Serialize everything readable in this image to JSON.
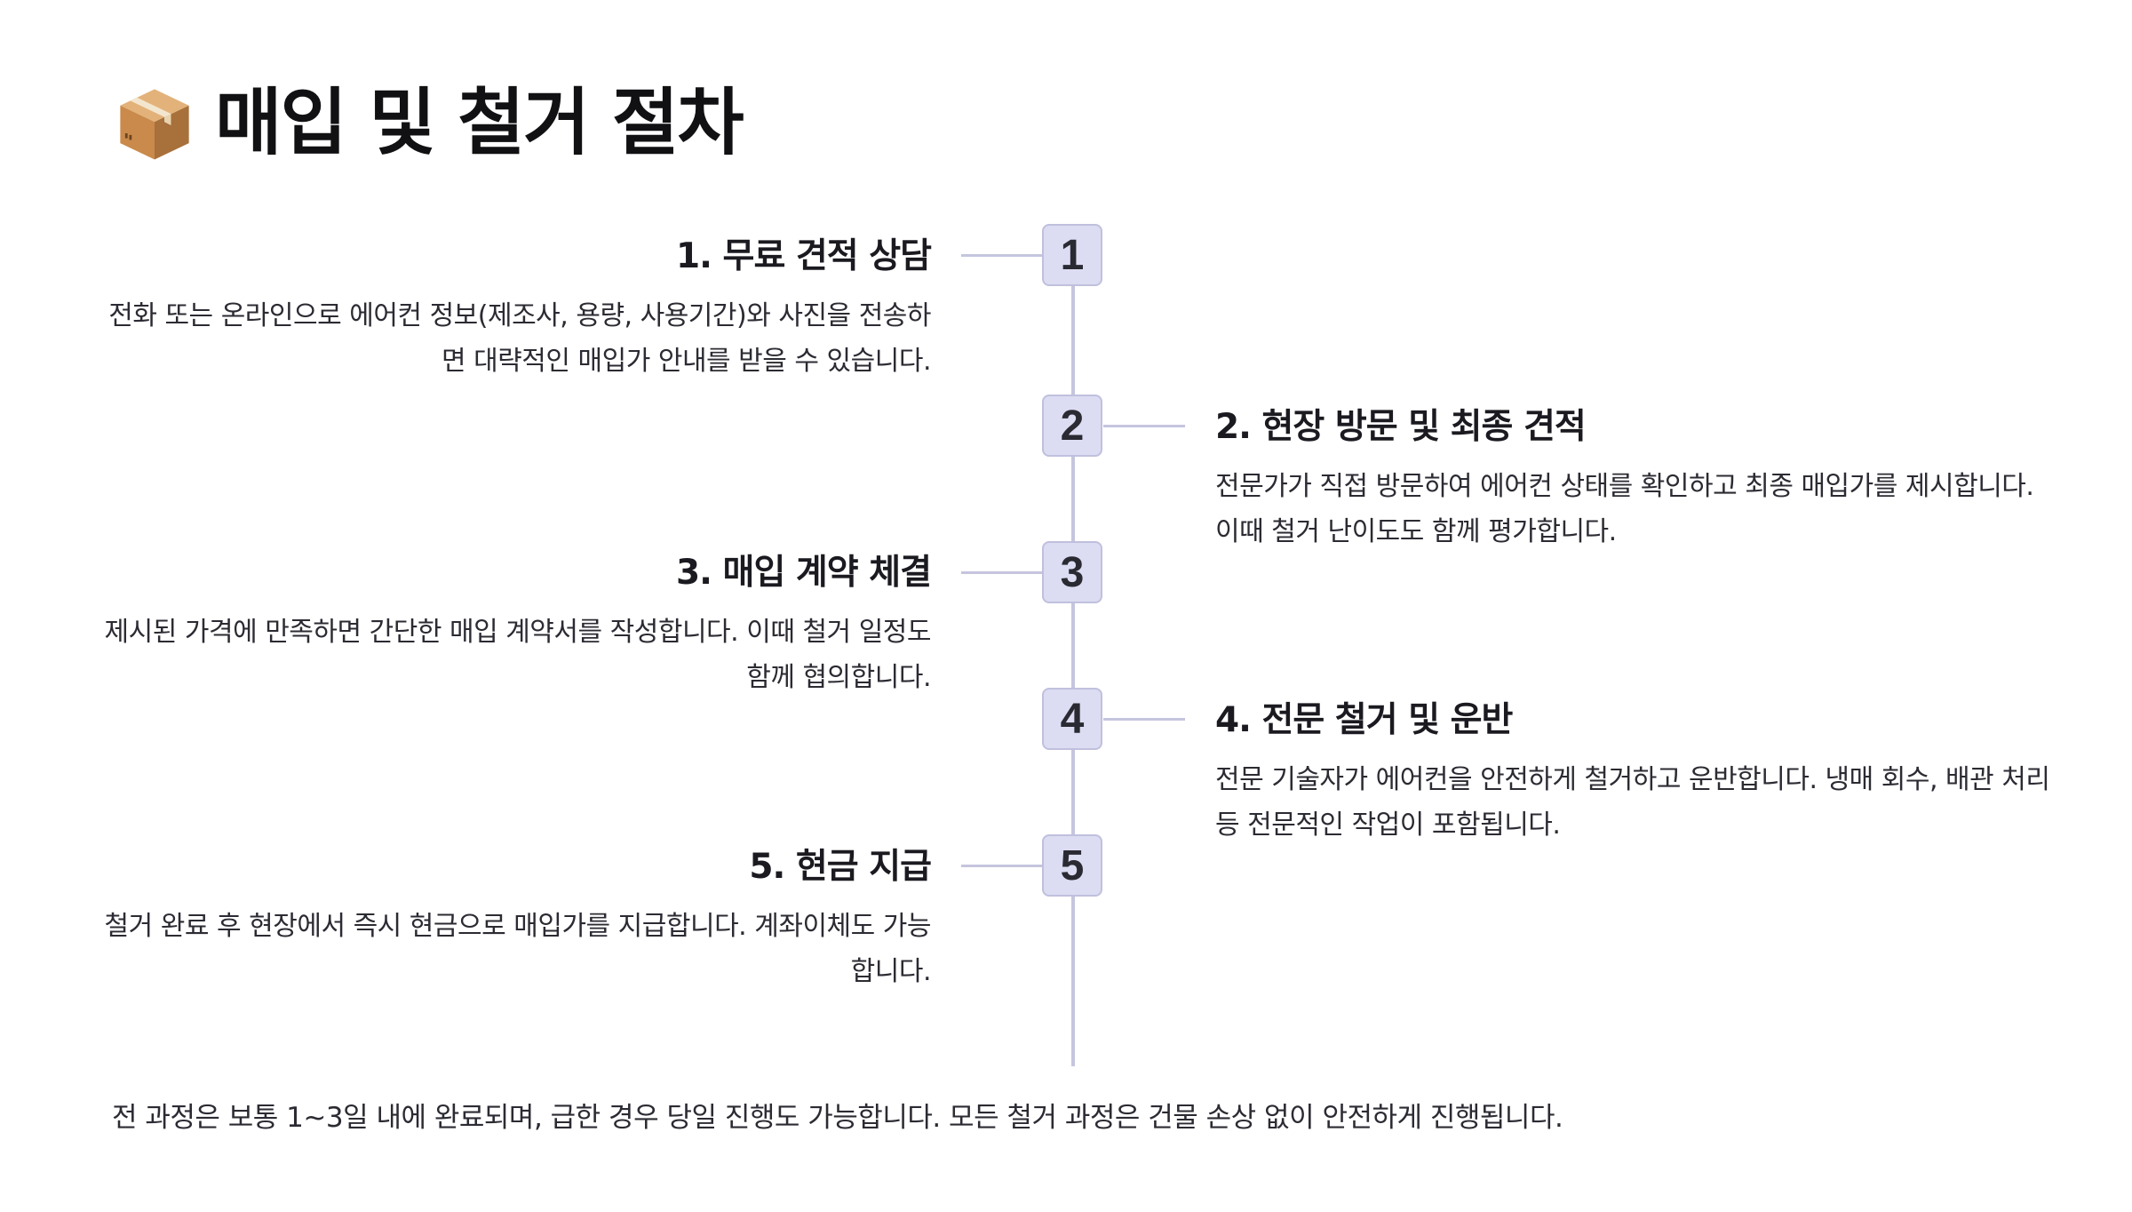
{
  "title": {
    "icon": "package-icon",
    "text": "매입 및 철거 절차"
  },
  "steps": [
    {
      "number": "1",
      "title": "1. 무료 견적 상담",
      "description": "전화 또는 온라인으로 에어컨 정보(제조사, 용량, 사용기간)와 사진을 전송하면 대략적인 매입가 안내를 받을 수 있습니다.",
      "side": "left"
    },
    {
      "number": "2",
      "title": "2. 현장 방문 및 최종 견적",
      "description": "전문가가 직접 방문하여 에어컨 상태를 확인하고 최종 매입가를 제시합니다. 이때 철거 난이도도 함께 평가합니다.",
      "side": "right"
    },
    {
      "number": "3",
      "title": "3. 매입 계약 체결",
      "description": "제시된 가격에 만족하면 간단한 매입 계약서를 작성합니다. 이때 철거 일정도 함께 협의합니다.",
      "side": "left"
    },
    {
      "number": "4",
      "title": "4. 전문 철거 및 운반",
      "description": "전문 기술자가 에어컨을 안전하게 철거하고 운반합니다. 냉매 회수, 배관 처리 등 전문적인 작업이 포함됩니다.",
      "side": "right"
    },
    {
      "number": "5",
      "title": "5. 현금 지급",
      "description": "철거 완료 후 현장에서 즉시 현금으로 매입가를 지급합니다. 계좌이체도 가능합니다.",
      "side": "left"
    }
  ],
  "footer": {
    "note": "전 과정은 보통 1~3일 내에 완료되며, 급한 경우 당일 진행도 가능합니다. 모든 철거 과정은 건물 손상 없이 안전하게 진행됩니다."
  },
  "colors": {
    "timeline": "#c5c5df",
    "step_box_fill": "#dcdcf2",
    "step_box_border": "#c0c0de",
    "text": "#1f1f24"
  }
}
